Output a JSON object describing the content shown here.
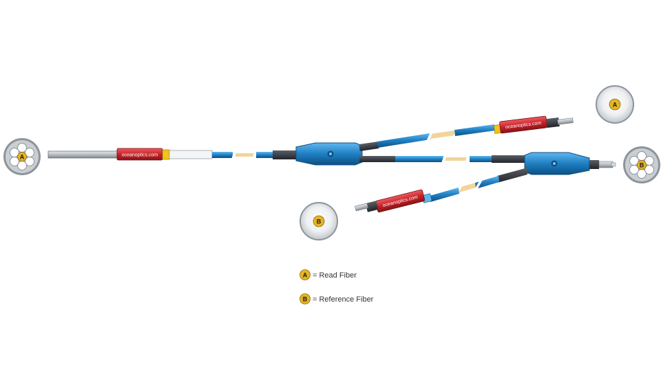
{
  "brand": {
    "label": "oceanoptics.com"
  },
  "badges": {
    "a": "A",
    "b": "B"
  },
  "legend": {
    "read": {
      "letter": "A",
      "text": "= Read Fiber"
    },
    "reference": {
      "letter": "B",
      "text": "= Reference Fiber"
    }
  },
  "colors": {
    "cable_blue": "#1f7fc2",
    "breakout_blue": "#2a8fd6",
    "jacket_red": "#c6242a",
    "steel": "#b8bec4",
    "badge_gold": "#e6b422",
    "fiber_gap": "#f2d49a"
  }
}
